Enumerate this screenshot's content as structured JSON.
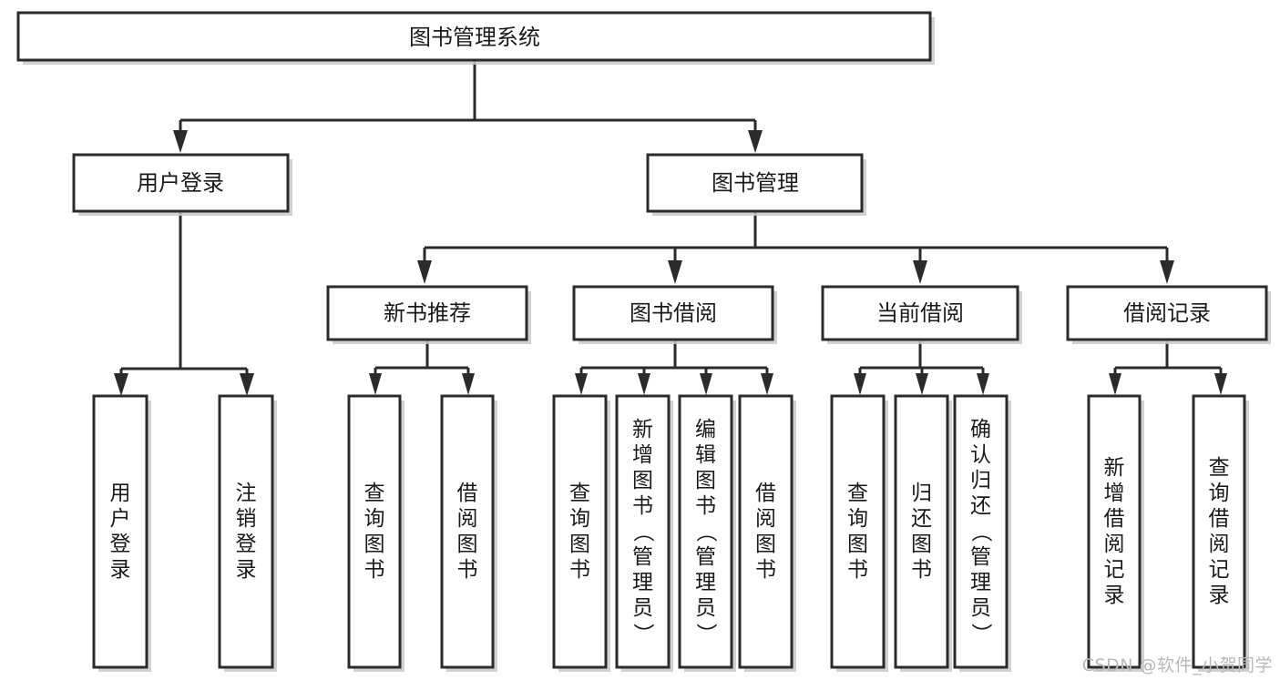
{
  "diagram": {
    "type": "tree-hierarchy",
    "title": "图书管理系统",
    "watermark": "CSDN @软件_小贺同学",
    "colors": {
      "stroke": "#2b2b2b",
      "fill": "#ffffff",
      "shadow": "#c9c9c9",
      "text": "#1a1a1a",
      "watermark": "#b9b9b9"
    },
    "levels": [
      {
        "level": 1,
        "nodes": [
          {
            "id": "root",
            "label": "图书管理系统",
            "orientation": "horizontal"
          }
        ]
      },
      {
        "level": 2,
        "nodes": [
          {
            "id": "login",
            "label": "用户登录",
            "orientation": "horizontal"
          },
          {
            "id": "bookmgmt",
            "label": "图书管理",
            "orientation": "horizontal"
          }
        ]
      },
      {
        "level": 3,
        "nodes": [
          {
            "id": "newbook",
            "label": "新书推荐",
            "orientation": "horizontal"
          },
          {
            "id": "borrow",
            "label": "图书借阅",
            "orientation": "horizontal"
          },
          {
            "id": "current",
            "label": "当前借阅",
            "orientation": "horizontal"
          },
          {
            "id": "records",
            "label": "借阅记录",
            "orientation": "horizontal"
          }
        ]
      },
      {
        "level": 4,
        "nodes": [
          {
            "id": "leaf1",
            "parent": "login",
            "chars": [
              "用",
              "户",
              "登",
              "录"
            ]
          },
          {
            "id": "leaf2",
            "parent": "login",
            "chars": [
              "注",
              "销",
              "登",
              "录"
            ]
          },
          {
            "id": "leaf3",
            "parent": "newbook",
            "chars": [
              "查",
              "询",
              "图",
              "书"
            ]
          },
          {
            "id": "leaf4",
            "parent": "newbook",
            "chars": [
              "借",
              "阅",
              "图",
              "书"
            ]
          },
          {
            "id": "leaf5",
            "parent": "borrow",
            "chars": [
              "查",
              "询",
              "图",
              "书"
            ]
          },
          {
            "id": "leaf6",
            "parent": "borrow",
            "chars": [
              "新",
              "增",
              "图",
              "书",
              "（",
              "管",
              "理",
              "员",
              "）"
            ]
          },
          {
            "id": "leaf7",
            "parent": "borrow",
            "chars": [
              "编",
              "辑",
              "图",
              "书",
              "（",
              "管",
              "理",
              "员",
              "）"
            ]
          },
          {
            "id": "leaf8",
            "parent": "borrow",
            "chars": [
              "借",
              "阅",
              "图",
              "书"
            ]
          },
          {
            "id": "leaf9",
            "parent": "current",
            "chars": [
              "查",
              "询",
              "图",
              "书"
            ]
          },
          {
            "id": "leaf10",
            "parent": "current",
            "chars": [
              "归",
              "还",
              "图",
              "书"
            ]
          },
          {
            "id": "leaf11",
            "parent": "current",
            "chars": [
              "确",
              "认",
              "归",
              "还",
              "（",
              "管",
              "理",
              "员",
              "）"
            ]
          },
          {
            "id": "leaf12",
            "parent": "records",
            "chars": [
              "新",
              "增",
              "借",
              "阅",
              "记",
              "录"
            ]
          },
          {
            "id": "leaf13",
            "parent": "records",
            "chars": [
              "查",
              "询",
              "借",
              "阅",
              "记",
              "录"
            ]
          }
        ]
      }
    ],
    "edges": [
      {
        "from": "root",
        "to": "login"
      },
      {
        "from": "root",
        "to": "bookmgmt"
      },
      {
        "from": "login",
        "to": "leaf1"
      },
      {
        "from": "login",
        "to": "leaf2"
      },
      {
        "from": "bookmgmt",
        "to": "newbook"
      },
      {
        "from": "bookmgmt",
        "to": "borrow"
      },
      {
        "from": "bookmgmt",
        "to": "current"
      },
      {
        "from": "bookmgmt",
        "to": "records"
      },
      {
        "from": "newbook",
        "to": "leaf3"
      },
      {
        "from": "newbook",
        "to": "leaf4"
      },
      {
        "from": "borrow",
        "to": "leaf5"
      },
      {
        "from": "borrow",
        "to": "leaf6"
      },
      {
        "from": "borrow",
        "to": "leaf7"
      },
      {
        "from": "borrow",
        "to": "leaf8"
      },
      {
        "from": "current",
        "to": "leaf9"
      },
      {
        "from": "current",
        "to": "leaf10"
      },
      {
        "from": "current",
        "to": "leaf11"
      },
      {
        "from": "records",
        "to": "leaf12"
      },
      {
        "from": "records",
        "to": "leaf13"
      }
    ]
  }
}
